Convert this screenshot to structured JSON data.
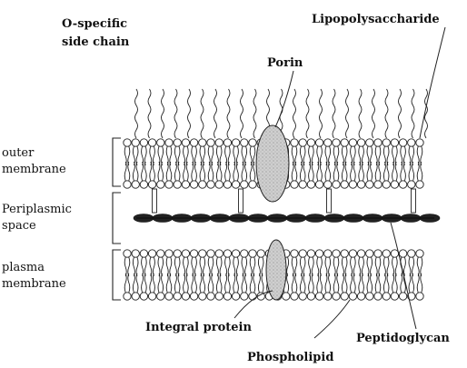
{
  "labels": {
    "o_specific_line1": "O-specific",
    "o_specific_line2": "side chain",
    "lipopolysaccharide": "Lipopolysaccharide",
    "porin": "Porin",
    "outer_line1": "outer",
    "outer_line2": "membrane",
    "periplasmic_line1": "Periplasmic",
    "periplasmic_line2": "space",
    "plasma_line1": "plasma",
    "plasma_line2": "membrane",
    "integral_protein": "Integral protein",
    "phospholipid": "Phospholipid",
    "peptidoglycan": "Peptidoglycan"
  },
  "colors": {
    "porin_fill": "#c8c8c8",
    "peptidoglycan_fill": "#222222",
    "integral_protein_fill": "#bdbdbd"
  }
}
